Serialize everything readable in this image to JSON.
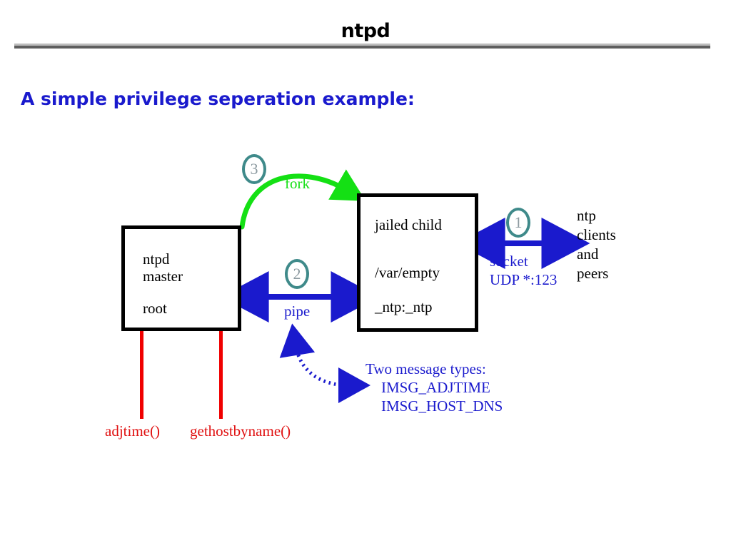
{
  "slide": {
    "title": "ntpd",
    "subtitle": "A simple privilege seperation example:"
  },
  "colors": {
    "title_rule": "#5e5e5e",
    "subtitle_blue": "#1a1acd",
    "box_border": "#000000",
    "fork_green": "#14e014",
    "arrow_blue": "#1a1acd",
    "step_circle_teal": "#3f8a8a",
    "step_number_gray": "#8c9aa0",
    "syscall_red": "#e01010"
  },
  "boxes": {
    "master": {
      "name": "ntpd master process",
      "line1": "ntpd",
      "line2": "master",
      "line3": "root"
    },
    "child": {
      "name": "jailed child process",
      "line1": "jailed child",
      "line2": "/var/empty",
      "line3": "_ntp:_ntp"
    }
  },
  "steps": {
    "one": "1",
    "two": "2",
    "three": "3"
  },
  "edges": {
    "fork": "fork",
    "pipe": "pipe",
    "socket_line1": "socket",
    "socket_line2": "UDP *:123"
  },
  "clients": {
    "line1": "ntp",
    "line2": "clients",
    "line3": "and",
    "line4": "peers"
  },
  "messages": {
    "heading": "Two message types:",
    "item1": "IMSG_ADJTIME",
    "item2": "IMSG_HOST_DNS"
  },
  "syscalls": {
    "adjtime": "adjtime()",
    "gethostbyname": "gethostbyname()"
  }
}
